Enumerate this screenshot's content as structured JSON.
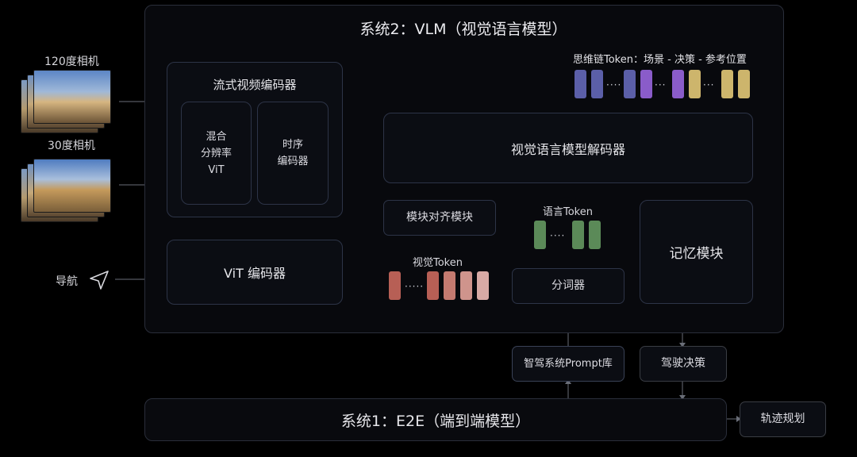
{
  "system2": {
    "title": "系统2：VLM（视觉语言模型）"
  },
  "system1": {
    "title": "系统1：E2E（端到端模型）"
  },
  "inputs": {
    "cam120": "120度相机",
    "cam30": "30度相机",
    "nav": "导航"
  },
  "stream_encoder": {
    "title": "流式视频编码器",
    "mixed_vit": [
      "混合",
      "分辨率",
      "ViT"
    ],
    "temporal": [
      "时序",
      "编码器"
    ]
  },
  "vit_encoder": "ViT 编码器",
  "decoder": "视觉语言模型解码器",
  "align": "模块对齐模块",
  "visual_token": "视觉Token",
  "language_token": "语言Token",
  "tokenizer": "分词器",
  "memory": "记忆模块",
  "cot": "思维链Token：场景 - 决策 - 参考位置",
  "prompt_lib": "智驾系统Prompt库",
  "driving_decision": "驾驶决策",
  "trajectory": "轨迹规划",
  "colors": {
    "scene_token": "#5b5fa8",
    "decision_token": "#8a5cc9",
    "position_token": "#cdb56c",
    "language_token": "#5b8a58",
    "visual_token_dark": "#b75f55",
    "visual_token_light": "#d8aaa5",
    "box_border": "#2d3447",
    "connector": "#6a6e78"
  }
}
